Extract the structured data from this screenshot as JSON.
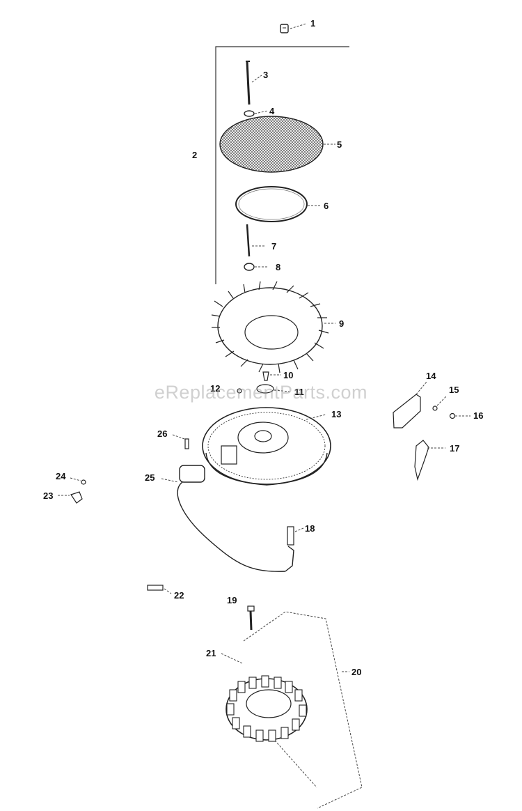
{
  "watermark": "eReplacementParts.com",
  "part_labels": {
    "p1": "1",
    "p2": "2",
    "p3": "3",
    "p4": "4",
    "p5": "5",
    "p6": "6",
    "p7": "7",
    "p8": "8",
    "p9": "9",
    "p10": "10",
    "p11": "11",
    "p12": "12",
    "p13": "13",
    "p14": "14",
    "p15": "15",
    "p16": "16",
    "p17": "17",
    "p18": "18",
    "p19": "19",
    "p20": "20",
    "p21": "21",
    "p22": "22",
    "p23": "23",
    "p24": "24",
    "p25": "25",
    "p26": "26"
  }
}
